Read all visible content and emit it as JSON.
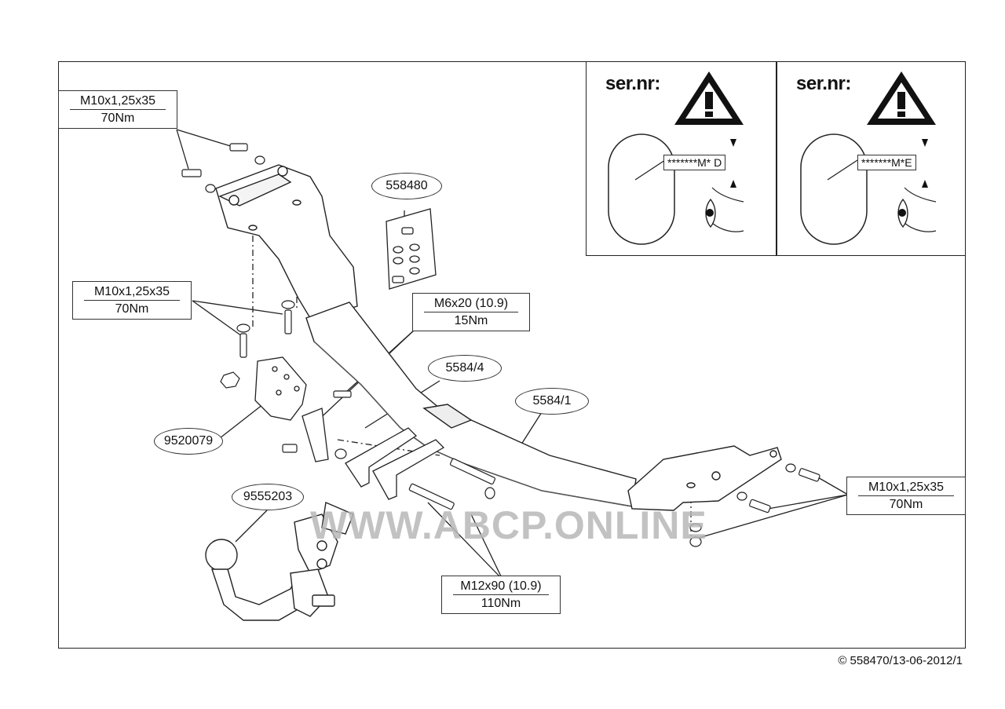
{
  "labels": {
    "bolt_top_left": {
      "spec": "M10x1,25x35",
      "torque": "70Nm"
    },
    "bolt_mid_left": {
      "spec": "M10x1,25x35",
      "torque": "70Nm"
    },
    "bolt_small": {
      "spec": "M6x20 (10.9)",
      "torque": "15Nm"
    },
    "bolt_right": {
      "spec": "M10x1,25x35",
      "torque": "70Nm"
    },
    "bolt_bottom": {
      "spec": "M12x90 (10.9)",
      "torque": "110Nm"
    }
  },
  "parts": {
    "kit": "558480",
    "bracket": "5584/4",
    "crossbar": "5584/1",
    "socket_plate": "9520079",
    "towball": "9555203"
  },
  "serial_panels": [
    {
      "title": "ser.nr:",
      "code": "*******M* D"
    },
    {
      "title": "ser.nr:",
      "code": "*******M*E"
    }
  ],
  "watermark": "WWW.ABCP.ONLINE",
  "footer": "© 558470/13-06-2012/1"
}
